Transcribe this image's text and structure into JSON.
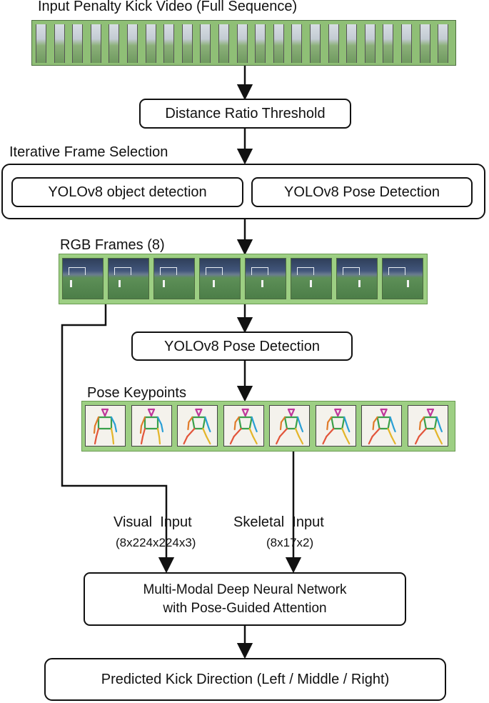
{
  "labels": {
    "input_video": "Input Penalty Kick Video (Full Sequence)",
    "iterative_selection": "Iterative Frame Selection",
    "rgb_frames": "RGB Frames (8)",
    "pose_keypoints": "Pose Keypoints",
    "visual_input": "Visual  Input",
    "visual_input_dims": "(8x224x224x3)",
    "skeletal_input": "Skeletal  Input",
    "skeletal_input_dims": "(8x17x2)"
  },
  "boxes": {
    "distance_ratio": "Distance Ratio Threshold",
    "object_detection": "YOLOv8 object detection",
    "pose_detection_top": "YOLOv8 Pose Detection",
    "pose_detection_mid": "YOLOv8 Pose Detection",
    "network_line1": "Multi-Modal Deep Neural Network",
    "network_line2": "with Pose-Guided Attention",
    "prediction": "Predicted Kick Direction (Left / Middle / Right)"
  },
  "colors": {
    "strip_green": "#9dcf83",
    "line": "#111111",
    "pose_head": "#c0389a",
    "pose_torso": "#3aa04a",
    "pose_arm_left": "#2a9fd6",
    "pose_arm_right": "#e07b2a",
    "pose_leg_left": "#e3b52a",
    "pose_leg_right": "#e2553a"
  },
  "counts": {
    "video_frames": 23,
    "rgb_frames": 8,
    "pose_frames": 8
  }
}
